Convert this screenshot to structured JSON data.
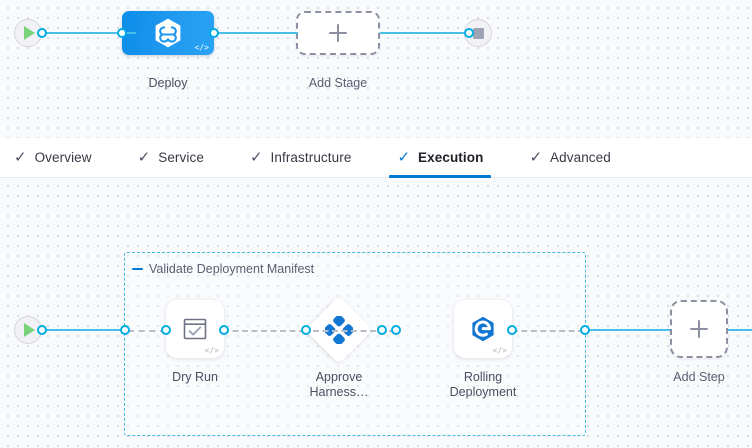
{
  "stage_graph": {
    "start_node": {
      "name": "pipeline-start",
      "icon": "play-icon"
    },
    "end_node": {
      "name": "pipeline-end",
      "icon": "stop-icon"
    },
    "nodes": [
      {
        "id": "deploy",
        "label": "Deploy",
        "icon": "harness-logo-icon",
        "badge": "</>",
        "type": "stage"
      },
      {
        "id": "add-stage",
        "label": "Add Stage",
        "icon": "plus-icon",
        "type": "add"
      }
    ]
  },
  "tabs": [
    {
      "id": "overview",
      "label": "Overview",
      "check": "✓",
      "active": false
    },
    {
      "id": "service",
      "label": "Service",
      "check": "✓",
      "active": false
    },
    {
      "id": "infrastructure",
      "label": "Infrastructure",
      "check": "✓",
      "active": false
    },
    {
      "id": "execution",
      "label": "Execution",
      "check": "✓",
      "active": true
    },
    {
      "id": "advanced",
      "label": "Advanced",
      "check": "✓",
      "active": false
    }
  ],
  "execution_graph": {
    "start_node": {
      "name": "execution-start",
      "icon": "play-icon"
    },
    "group": {
      "title": "Validate Deployment Manifest",
      "collapse_icon": "minus-icon"
    },
    "steps": [
      {
        "id": "dry-run",
        "label": "Dry Run",
        "icon": "k8s-dry-run-icon",
        "badge": "</>",
        "shape": "card"
      },
      {
        "id": "approve-harness",
        "label": "Approve\nHarness…",
        "icon": "harness-approval-icon",
        "badge": "",
        "shape": "diamond"
      },
      {
        "id": "rolling-deployment",
        "label": "Rolling\nDeployment",
        "icon": "k8s-rolling-icon",
        "badge": "</>",
        "shape": "card"
      }
    ],
    "add_step": {
      "label": "Add Step",
      "icon": "plus-icon"
    }
  },
  "colors": {
    "accent_blue": "#0278d5",
    "link_blue": "#48bfe9",
    "port_blue": "#00ade4",
    "stage_blue": "#1e97ee",
    "group_dashed": "#45b6e8",
    "canvas": "#f8fafc",
    "dot": "#c9d3de",
    "dashed_link": "#b9bcc9",
    "text": "#4a4e5f"
  }
}
